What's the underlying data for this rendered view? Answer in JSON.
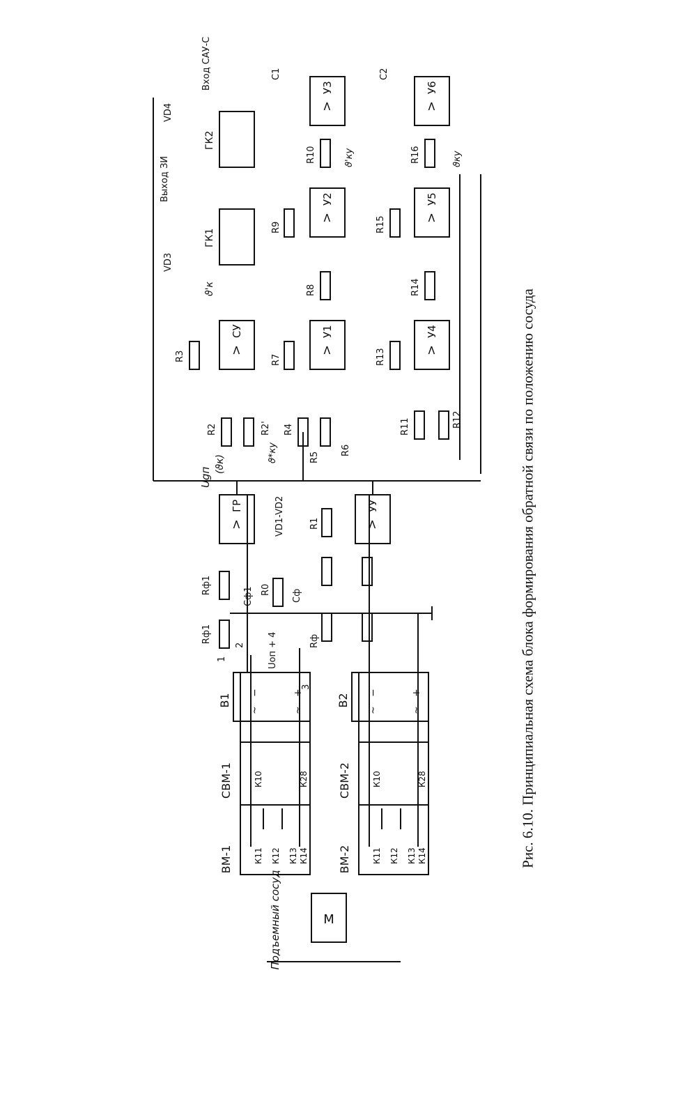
{
  "figure": {
    "caption": "Рис. 6.10. Принципиальная схема блока формирования обратной связи по положению сосуда"
  },
  "blocks": {
    "vm1": "ВМ-1",
    "vm2": "ВМ-2",
    "svm1": "СВМ-1",
    "svm2": "СВМ-2",
    "b1": "В1",
    "b2": "В2",
    "gr": "ГР",
    "uu": "УУ",
    "su": "СУ",
    "gk1": "ГК1",
    "gk2": "ГК2",
    "u1": "У1",
    "u2": "У2",
    "u3": "У3",
    "u4": "У4",
    "u5": "У5",
    "u6": "У6",
    "m": "М",
    "amp": ">"
  },
  "contacts": {
    "k11": "К11",
    "k12": "К12",
    "k13": "К13",
    "k14": "К14",
    "k10": "К10",
    "k28": "К28"
  },
  "rectifier": {
    "ac1": "~",
    "ac2": "~",
    "minus": "−",
    "plus": "+"
  },
  "labels": {
    "lifting_vessel": "Подъемный сосуд",
    "rf1": "Rф1",
    "rf1b": "Rф1",
    "cf1": "Cф1",
    "r0": "R0",
    "rf": "Rф",
    "cf": "Cф",
    "uop": "Uоп + 4",
    "num1": "1",
    "num2": "2",
    "num3": "3",
    "r1": "R1",
    "vd1vd2": "VD1-VD2",
    "ugp": "Ugп",
    "vk_par": "(ϑк)",
    "vk_prime": "ϑ'к",
    "vky_star": "ϑ*ку",
    "vky_prime": "ϑ'ку",
    "vky": "ϑку",
    "r2": "R2",
    "r2p": "R2'",
    "r3": "R3",
    "r4": "R4",
    "r5": "R5",
    "r6": "R6",
    "r7": "R7",
    "r8": "R8",
    "r9": "R9",
    "r10": "R10",
    "r11": "R11",
    "r12": "R12",
    "r13": "R13",
    "r14": "R14",
    "r15": "R15",
    "r16": "R16",
    "c1": "C1",
    "c2": "C2",
    "vd3": "VD3",
    "vd4": "VD4",
    "output_zi": "Выход ЗИ",
    "input_sau": "Вход САУ-С"
  }
}
